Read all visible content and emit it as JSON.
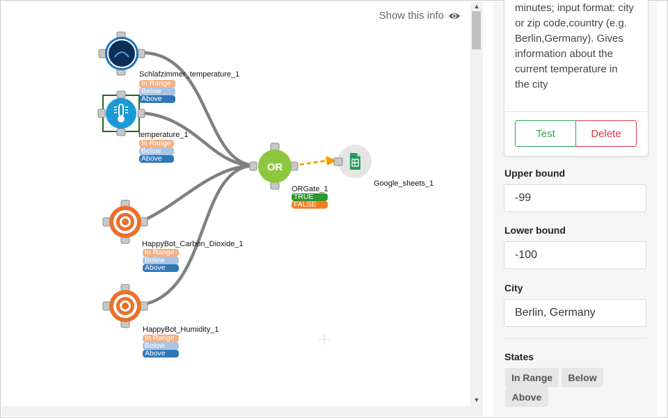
{
  "canvas": {
    "show_info_label": "Show this info",
    "nodes": {
      "schlafzimmer": {
        "label": "Schlafzimmer_temperature_1",
        "icon": "weather-station-icon",
        "states": [
          "In Range",
          "Below",
          "Above"
        ]
      },
      "temperature": {
        "label": "temperature_1",
        "icon": "thermometer-icon",
        "states": [
          "In Range",
          "Below",
          "Above"
        ]
      },
      "co2": {
        "label": "HappyBot_Carbon_Dioxide_1",
        "icon": "target-icon",
        "states": [
          "In Range",
          "Below",
          "Above"
        ]
      },
      "humidity": {
        "label": "HappyBot_Humidity_1",
        "icon": "target-icon",
        "states": [
          "In Range",
          "Below",
          "Above"
        ]
      },
      "orgate": {
        "label": "ORGate_1",
        "glyph": "OR",
        "states": [
          "TRUE",
          "FALSE"
        ]
      },
      "sheets": {
        "label": "Google_sheets_1",
        "icon": "google-sheets-icon"
      }
    }
  },
  "panel": {
    "description_lines": [
      "minutes; input format: city",
      "or zip code,country (e.g.",
      "Berlin,Germany). Gives",
      "information about the",
      "current temperature in",
      "the city"
    ],
    "test_label": "Test",
    "delete_label": "Delete",
    "upper_bound": {
      "label": "Upper bound",
      "value": "-99"
    },
    "lower_bound": {
      "label": "Lower bound",
      "value": "-100"
    },
    "city": {
      "label": "City",
      "value": "Berlin, Germany"
    },
    "states": {
      "label": "States",
      "items": [
        "In Range",
        "Below",
        "Above"
      ]
    }
  },
  "colors": {
    "wire": "#808080",
    "orange_node": "#e8712c",
    "blue_node": "#1c9ad6",
    "or_gate": "#8dc63f",
    "arrow": "#f5a000",
    "sheets_green": "#1e9d57"
  }
}
